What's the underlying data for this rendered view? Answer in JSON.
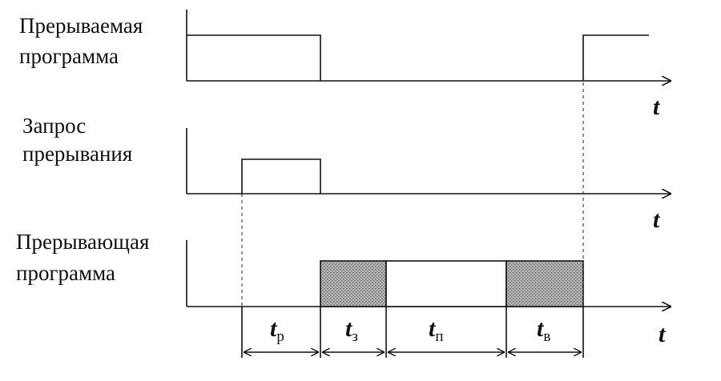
{
  "rows": [
    {
      "label_line1": "Прерываемая",
      "label_line2": "программа",
      "axis_label": "t"
    },
    {
      "label_line1": "Запрос",
      "label_line2": "прерывания",
      "axis_label": "t"
    },
    {
      "label_line1": "Прерывающая",
      "label_line2": "программа",
      "axis_label": "t"
    }
  ],
  "intervals": [
    {
      "symbol": "t",
      "subscript": "р"
    },
    {
      "symbol": "t",
      "subscript": "з"
    },
    {
      "symbol": "t",
      "subscript": "п"
    },
    {
      "symbol": "t",
      "subscript": "в"
    }
  ],
  "colors": {
    "line": "#111111",
    "hatch": "#9a9a9a",
    "background": "#ffffff"
  }
}
